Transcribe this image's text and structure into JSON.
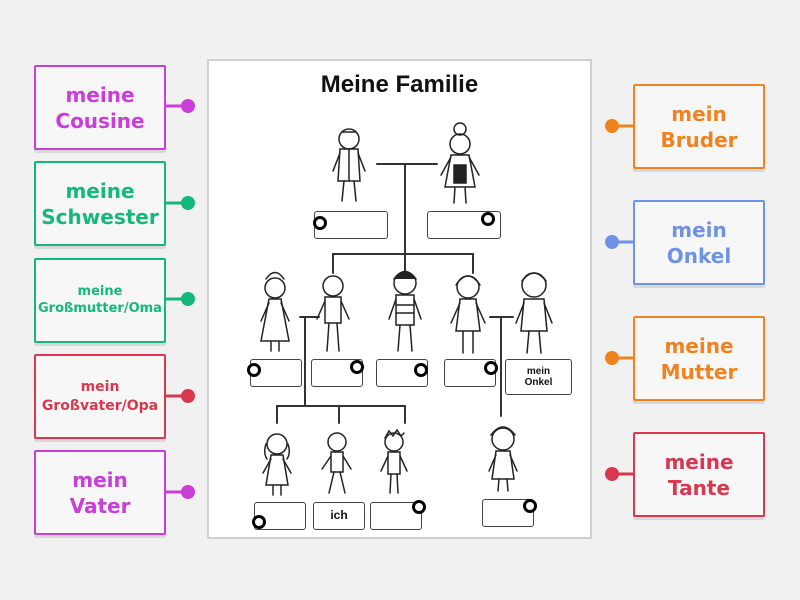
{
  "colors": {
    "background": "#f1f1f1",
    "purple": "#c93dd8",
    "green": "#14b87a",
    "red": "#d7374f",
    "orange": "#f0831f",
    "blue": "#6e93e6"
  },
  "worksheet": {
    "title": "Meine Familie",
    "labels": {
      "onkel": "mein\nOnkel",
      "ich": "ich"
    }
  },
  "left_cards": [
    {
      "label": "meine\nCousine",
      "color": "purple"
    },
    {
      "label": "meine\nSchwester",
      "color": "green"
    },
    {
      "label": "meine\nGroßmutter/Oma",
      "color": "green"
    },
    {
      "label": "mein\nGroßvater/Opa",
      "color": "red"
    },
    {
      "label": "mein\nVater",
      "color": "purple"
    }
  ],
  "right_cards": [
    {
      "label": "mein\nBruder",
      "color": "orange"
    },
    {
      "label": "mein\nOnkel",
      "color": "blue"
    },
    {
      "label": "meine\nMutter",
      "color": "orange"
    },
    {
      "label": "meine\nTante",
      "color": "red"
    }
  ]
}
